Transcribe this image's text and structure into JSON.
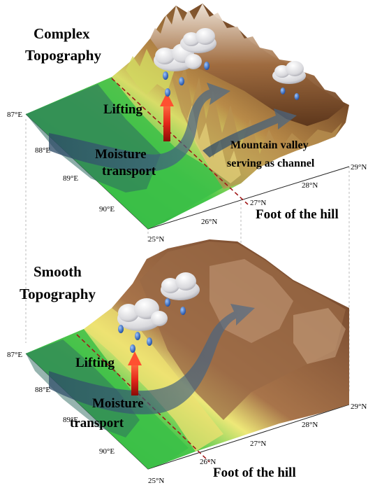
{
  "panels": [
    {
      "title_line1": "Complex",
      "title_line2": "Topography",
      "lifting": "Lifting",
      "moisture_line1": "Moisture",
      "moisture_line2": "transport",
      "valley_line1": "Mountain valley",
      "valley_line2": "serving as channel",
      "foot": "Foot of the hill",
      "lon_ticks": [
        "87°E",
        "88°E",
        "89°E",
        "90°E"
      ],
      "lat_ticks": [
        "25°N",
        "26°N",
        "27°N",
        "28°N",
        "29°N"
      ]
    },
    {
      "title_line1": "Smooth",
      "title_line2": "Topography",
      "lifting": "Lifting",
      "moisture_line1": "Moisture",
      "moisture_line2": "transport",
      "foot": "Foot of the hill",
      "lon_ticks": [
        "87°E",
        "88°E",
        "89°E",
        "90°E"
      ],
      "lat_ticks": [
        "25°N",
        "26°N",
        "27°N",
        "28°N",
        "29°N"
      ]
    }
  ],
  "colors": {
    "lowland": "#2fb84a",
    "foothill": "#e8e070",
    "mountain": "#7a4a2a",
    "peak": "#f2e6da",
    "moisture_arrow": "#3d5a78",
    "lifting_arrow": "#d81e10",
    "foot_line": "#a01818"
  },
  "icons": [
    "cloud-icon",
    "raindrop-icon",
    "up-arrow-icon",
    "curved-arrow-icon"
  ]
}
